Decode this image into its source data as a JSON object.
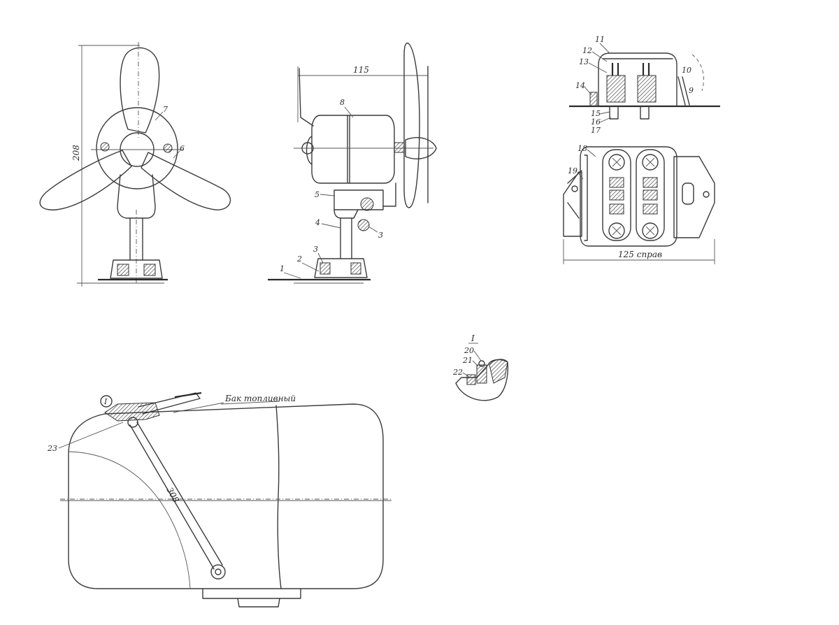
{
  "fan": {
    "dim_height": "208",
    "dim_length": "115",
    "callouts": [
      "1",
      "2",
      "3",
      "3",
      "4",
      "5",
      "6",
      "7",
      "8"
    ]
  },
  "block": {
    "callouts": [
      "9",
      "10",
      "11",
      "12",
      "13",
      "14",
      "15",
      "16",
      "17",
      "18",
      "19"
    ],
    "dim_width": "125 справ"
  },
  "detail": {
    "title": "I",
    "callouts": [
      "20",
      "21",
      "22"
    ]
  },
  "tank": {
    "label": "Бак топливный",
    "callout": "23",
    "detail_marker": "I",
    "dim_rod": "308"
  }
}
